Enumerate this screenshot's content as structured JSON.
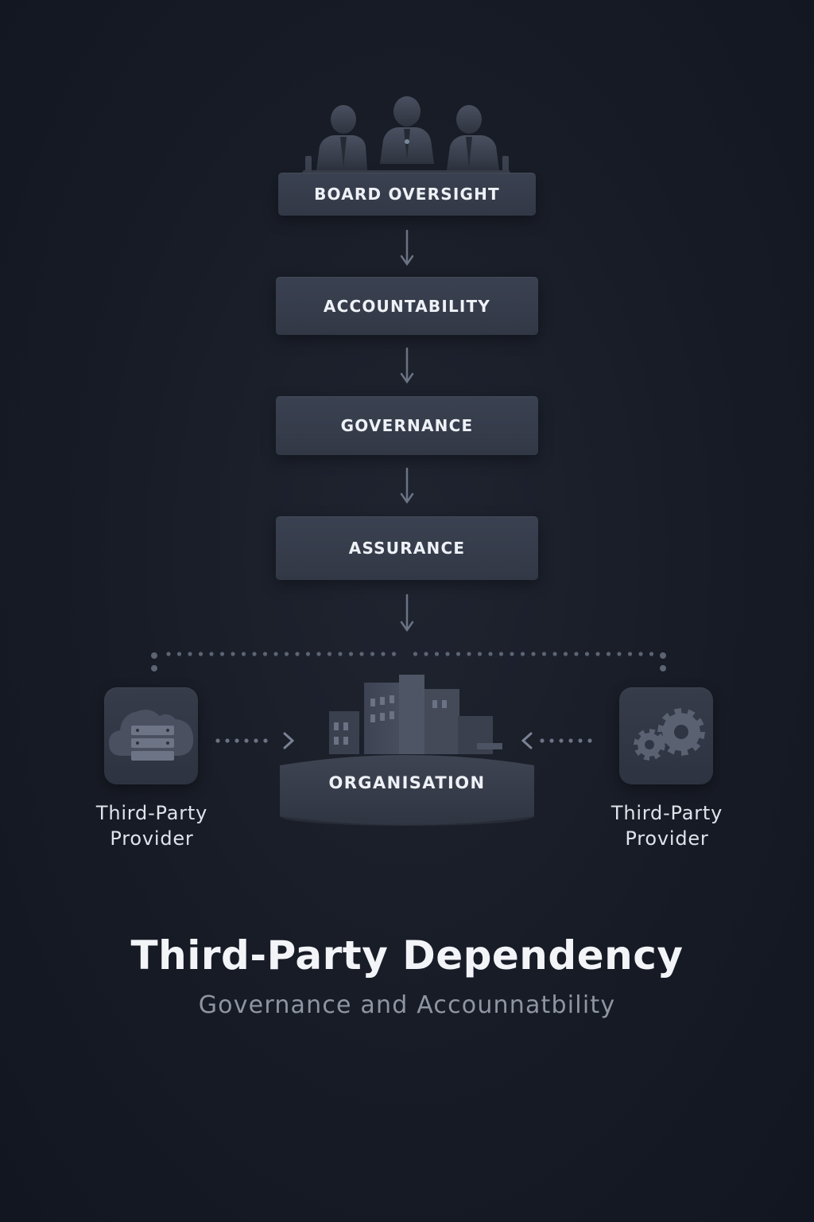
{
  "diagram": {
    "steps": [
      {
        "label": "BOARD OVERSIGHT"
      },
      {
        "label": "ACCOUNTABILITY"
      },
      {
        "label": "GOVERNANCE"
      },
      {
        "label": "ASSURANCE"
      }
    ],
    "organisation": {
      "label": "ORGANISATION"
    },
    "providers": [
      {
        "line1": "Third-Party",
        "line2": "Provider",
        "icon": "cloud-server-icon"
      },
      {
        "line1": "Third-Party",
        "line2": "Provider",
        "icon": "gears-icon"
      }
    ],
    "board_icon": "board-members-icon",
    "organisation_icon": "buildings-icon"
  },
  "title": "Third-Party Dependency",
  "subtitle": "Governance and Accounnatbility",
  "colors": {
    "background": "#171b25",
    "box": "#363c4a",
    "connector": "#6b7384",
    "title": "#f2f4f8",
    "subtitle": "#8e95a3"
  }
}
